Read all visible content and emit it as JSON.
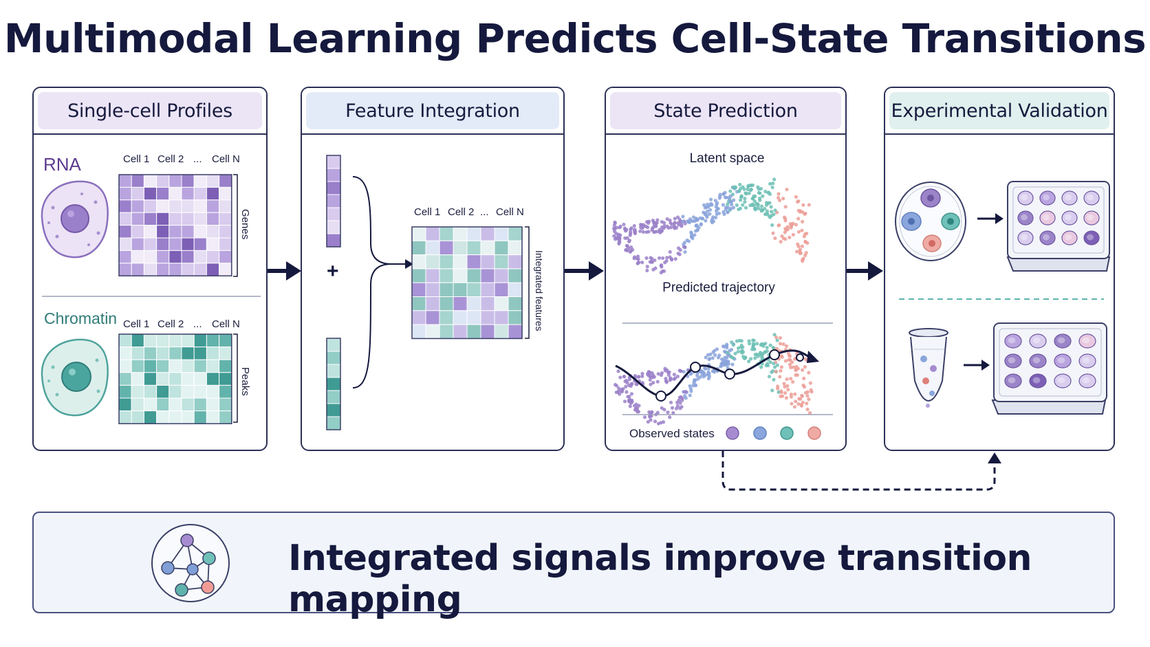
{
  "title": "Multimodal Learning Predicts Cell-State Transitions",
  "panels": {
    "profiles": {
      "title": "Single-cell Profiles",
      "rna_label": "RNA",
      "chromatin_label": "Chromatin",
      "rna_columns": [
        "Cell 1",
        "Cell 2",
        "...",
        "Cell N"
      ],
      "chromatin_columns": [
        "Cell 1",
        "Cell 2",
        "...",
        "Cell N"
      ],
      "genes_label": "Genes",
      "peaks_label": "Peaks"
    },
    "integration": {
      "title": "Feature Integration",
      "plus": "+",
      "columns": [
        "Cell 1",
        "Cell 2",
        "...",
        "Cell N"
      ],
      "integrated_label": "Integrated features"
    },
    "prediction": {
      "title": "State Prediction",
      "latent_label": "Latent space",
      "trajectory_label": "Predicted trajectory",
      "observed_label": "Observed states"
    },
    "validation": {
      "title": "Experimental Validation"
    }
  },
  "summary": "Integrated signals improve transition mapping",
  "colors": {
    "purple": "#9b7fc7",
    "blue": "#7f9fd6",
    "teal": "#5fb3ac",
    "salmon": "#e99a94",
    "navy": "#15193d",
    "header_purple": "#ece5f6",
    "header_blue": "#e3ebf8",
    "header_green": "#dff0ee"
  }
}
